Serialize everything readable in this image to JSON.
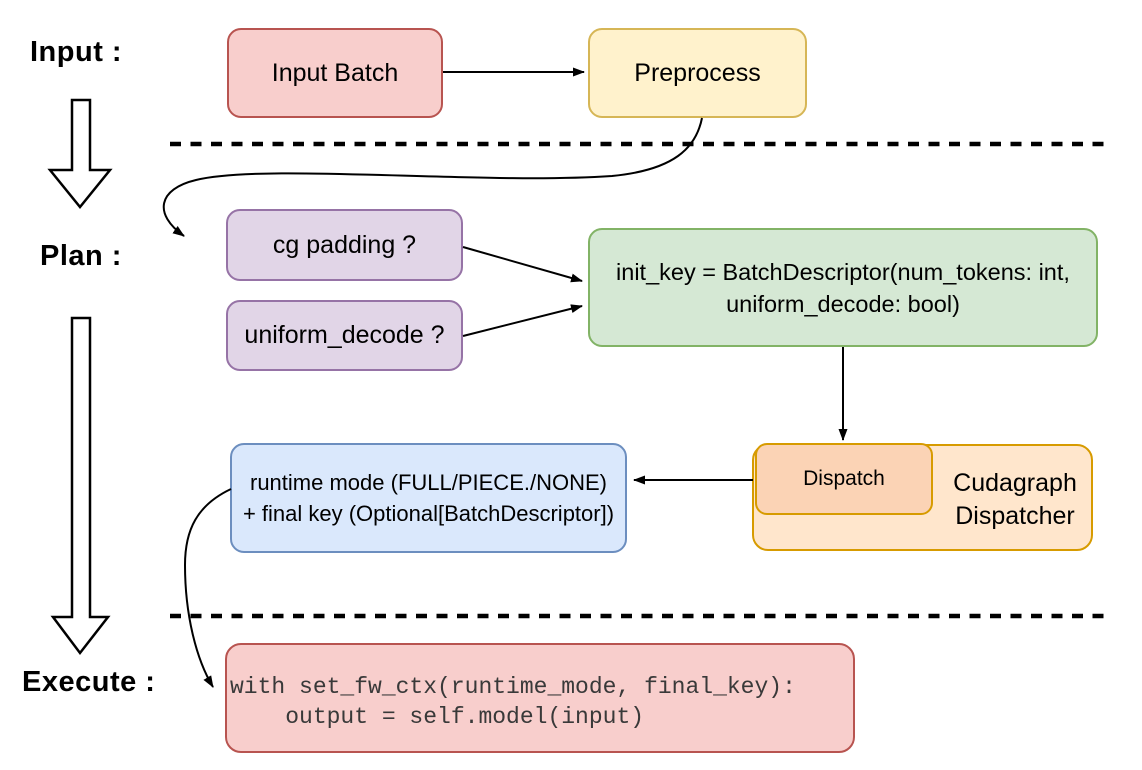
{
  "sections": {
    "input_label": "Input :",
    "plan_label": "Plan :",
    "execute_label": "Execute :"
  },
  "nodes": {
    "input_batch": {
      "label": "Input Batch"
    },
    "preprocess": {
      "label": "Preprocess"
    },
    "cg_padding": {
      "label": "cg padding ?"
    },
    "uniform_decode": {
      "label": "uniform_decode ?"
    },
    "init_key": {
      "line1": "init_key = BatchDescriptor(num_tokens: int,",
      "line2": "uniform_decode: bool)"
    },
    "runtime_mode": {
      "line1": "runtime mode (FULL/PIECE./NONE)",
      "line2": "+ final key (Optional[BatchDescriptor])"
    },
    "dispatch": {
      "label": "Dispatch"
    },
    "cudagraph_dispatcher": {
      "line1": "Cudagraph",
      "line2": "Dispatcher"
    },
    "execute_code": {
      "line1": "with set_fw_ctx(runtime_mode, final_key):",
      "line2": "    output = self.model(input)"
    }
  },
  "colors": {
    "red_fill": "#f8cecc",
    "red_stroke": "#b85450",
    "yellow_fill": "#fff2cc",
    "yellow_stroke": "#d6b656",
    "purple_fill": "#e1d5e7",
    "purple_stroke": "#9673a6",
    "green_fill": "#d5e8d4",
    "green_stroke": "#82b366",
    "blue_fill": "#dae8fc",
    "blue_stroke": "#6c8ebf",
    "orange_fill": "#ffe6cc",
    "orange_stroke": "#d79b00",
    "dispatch_fill": "#fbd3b5",
    "line": "#000000",
    "code_text": "#393939"
  }
}
